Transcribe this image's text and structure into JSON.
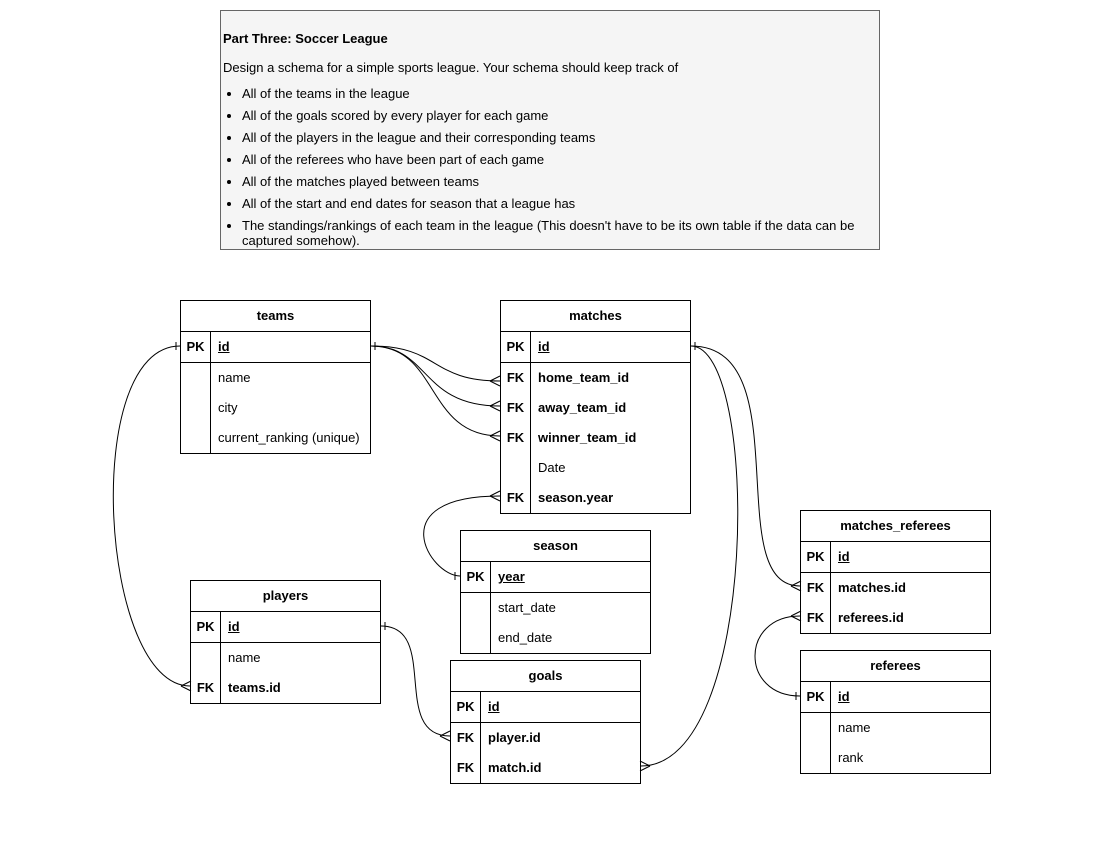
{
  "notes": {
    "title": "Part Three: Soccer League",
    "intro": "Design a schema for a simple sports league. Your schema should keep track of",
    "items": [
      "All of the teams in the league",
      "All of the goals scored by every player for each game",
      "All of the players in the league and their corresponding teams",
      "All of the referees who have been part of each game",
      "All of the matches played between teams",
      "All of the start and end dates for season that a league has",
      "The standings/rankings of each team in the league (This doesn't have to be its own table if the data can be captured somehow)."
    ]
  },
  "tables": {
    "teams": {
      "name": "teams",
      "fields": [
        {
          "key": "PK",
          "name": "id"
        },
        {
          "key": "",
          "name": "name"
        },
        {
          "key": "",
          "name": "city"
        },
        {
          "key": "",
          "name": "current_ranking (unique)"
        }
      ]
    },
    "matches": {
      "name": "matches",
      "fields": [
        {
          "key": "PK",
          "name": "id"
        },
        {
          "key": "FK",
          "name": "home_team_id"
        },
        {
          "key": "FK",
          "name": "away_team_id"
        },
        {
          "key": "FK",
          "name": "winner_team_id"
        },
        {
          "key": "",
          "name": "Date"
        },
        {
          "key": "FK",
          "name": "season.year"
        }
      ]
    },
    "season": {
      "name": "season",
      "fields": [
        {
          "key": "PK",
          "name": "year"
        },
        {
          "key": "",
          "name": "start_date"
        },
        {
          "key": "",
          "name": "end_date"
        }
      ]
    },
    "players": {
      "name": "players",
      "fields": [
        {
          "key": "PK",
          "name": "id"
        },
        {
          "key": "",
          "name": "name"
        },
        {
          "key": "FK",
          "name": "teams.id"
        }
      ]
    },
    "goals": {
      "name": "goals",
      "fields": [
        {
          "key": "PK",
          "name": "id"
        },
        {
          "key": "FK",
          "name": "player.id"
        },
        {
          "key": "FK",
          "name": "match.id"
        }
      ]
    },
    "matches_referees": {
      "name": "matches_referees",
      "fields": [
        {
          "key": "PK",
          "name": "id"
        },
        {
          "key": "FK",
          "name": "matches.id"
        },
        {
          "key": "FK",
          "name": "referees.id"
        }
      ]
    },
    "referees": {
      "name": "referees",
      "fields": [
        {
          "key": "PK",
          "name": "id"
        },
        {
          "key": "",
          "name": "name"
        },
        {
          "key": "",
          "name": "rank"
        }
      ]
    }
  },
  "relationships": [
    {
      "from": "teams.id",
      "to": "matches.home_team_id",
      "cardinality": "one-to-many"
    },
    {
      "from": "teams.id",
      "to": "matches.away_team_id",
      "cardinality": "one-to-many"
    },
    {
      "from": "teams.id",
      "to": "matches.winner_team_id",
      "cardinality": "one-to-many"
    },
    {
      "from": "season.year",
      "to": "matches.season.year",
      "cardinality": "one-to-many"
    },
    {
      "from": "teams.id",
      "to": "players.teams.id",
      "cardinality": "one-to-many"
    },
    {
      "from": "players.id",
      "to": "goals.player.id",
      "cardinality": "one-to-many"
    },
    {
      "from": "matches.id",
      "to": "goals.match.id",
      "cardinality": "one-to-many"
    },
    {
      "from": "matches.id",
      "to": "matches_referees.matches.id",
      "cardinality": "one-to-many"
    },
    {
      "from": "referees.id",
      "to": "matches_referees.referees.id",
      "cardinality": "one-to-many"
    }
  ]
}
